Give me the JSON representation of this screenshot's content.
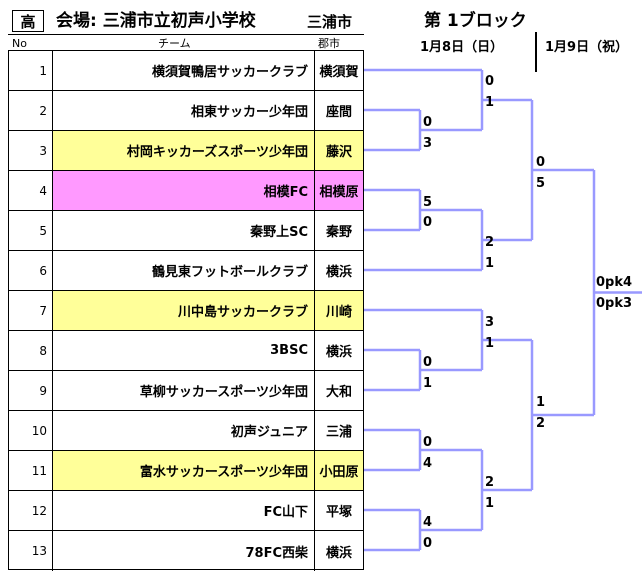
{
  "header": {
    "grade": "高",
    "venue": "会場: 三浦市立初声小学校",
    "city": "三浦市",
    "block": "第 1ブロック",
    "date1": "1月8日（日）",
    "date2": "1月9日（祝）"
  },
  "columns": {
    "no": "No",
    "team": "チーム",
    "city": "郡市"
  },
  "teams": [
    {
      "no": "1",
      "name": "横須賀鴨居サッカークラブ",
      "city": "横須賀",
      "highlight": ""
    },
    {
      "no": "2",
      "name": "相東サッカー少年団",
      "city": "座間",
      "highlight": ""
    },
    {
      "no": "3",
      "name": "村岡キッカーズスポーツ少年団",
      "city": "藤沢",
      "highlight": "#ffff99"
    },
    {
      "no": "4",
      "name": "相模FC",
      "city": "相模原",
      "highlight": "#ff99ff"
    },
    {
      "no": "5",
      "name": "秦野上SC",
      "city": "秦野",
      "highlight": ""
    },
    {
      "no": "6",
      "name": "鶴見東フットボールクラブ",
      "city": "横浜",
      "highlight": ""
    },
    {
      "no": "7",
      "name": "川中島サッカークラブ",
      "city": "川崎",
      "highlight": "#ffff99"
    },
    {
      "no": "8",
      "name": "3BSC",
      "city": "横浜",
      "highlight": ""
    },
    {
      "no": "9",
      "name": "草柳サッカースポーツ少年団",
      "city": "大和",
      "highlight": ""
    },
    {
      "no": "10",
      "name": "初声ジュニア",
      "city": "三浦",
      "highlight": ""
    },
    {
      "no": "11",
      "name": "富水サッカースポーツ少年団",
      "city": "小田原",
      "highlight": "#ffff99"
    },
    {
      "no": "12",
      "name": "FC山下",
      "city": "平塚",
      "highlight": ""
    },
    {
      "no": "13",
      "name": "78FC西柴",
      "city": "横浜",
      "highlight": ""
    }
  ],
  "scores": {
    "r1_2v3": [
      "0",
      "3"
    ],
    "r1_4v5": [
      "5",
      "0"
    ],
    "r1_8v9": [
      "0",
      "1"
    ],
    "r1_10v11": [
      "0",
      "4"
    ],
    "r1_12v13": [
      "4",
      "0"
    ],
    "r2_1v23": [
      "0",
      "1"
    ],
    "r2_45v6": [
      "2",
      "1"
    ],
    "r2_7v89": [
      "3",
      "1"
    ],
    "r2_1011v1213": [
      "2",
      "1"
    ],
    "r3_top": [
      "0",
      "5"
    ],
    "r3_bot": [
      "1",
      "2"
    ],
    "final": [
      "0pk4",
      "0pk3"
    ]
  },
  "colors": {
    "bracket": "#9999ff"
  }
}
